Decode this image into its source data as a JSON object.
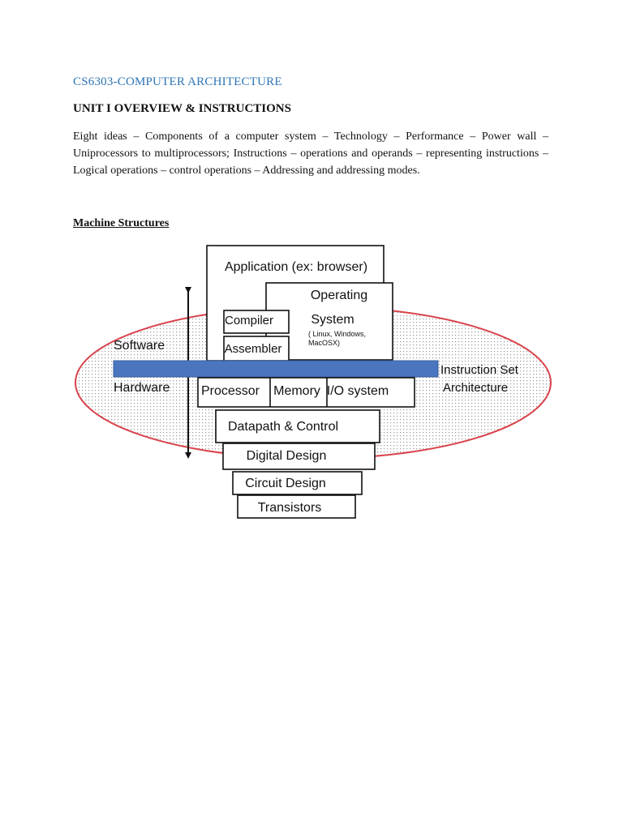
{
  "document": {
    "course_title": "CS6303-COMPUTER ARCHITECTURE",
    "unit_title": "UNIT I OVERVIEW & INSTRUCTIONS",
    "syllabus_text": "Eight ideas – Components of a computer system – Technology – Performance – Power wall – Uniprocessors to multiprocessors; Instructions – operations and operands – representing instructions – Logical operations – control operations – Addressing and addressing modes.",
    "section_heading": "Machine Structures"
  },
  "diagram": {
    "application": "Application (ex: browser)",
    "operating": "Operating",
    "system": "System",
    "os_examples_line1": "( Linux, Windows,",
    "os_examples_line2": "MacOSX)",
    "compiler": "Compiler",
    "assembler": "Assembler",
    "software": "Software",
    "hardware": "Hardware",
    "isa_line1": "Instruction Set",
    "isa_line2": "Architecture",
    "processor": "Processor",
    "memory": "Memory",
    "io_system": "I/O system",
    "datapath_control": "Datapath & Control",
    "digital_design": "Digital Design",
    "circuit_design": "Circuit Design",
    "transistors": "Transistors",
    "colors": {
      "ellipse_stroke": "#d9434c",
      "isa_bar": "#4a76c0",
      "heading_blue": "#2e74b5"
    }
  }
}
